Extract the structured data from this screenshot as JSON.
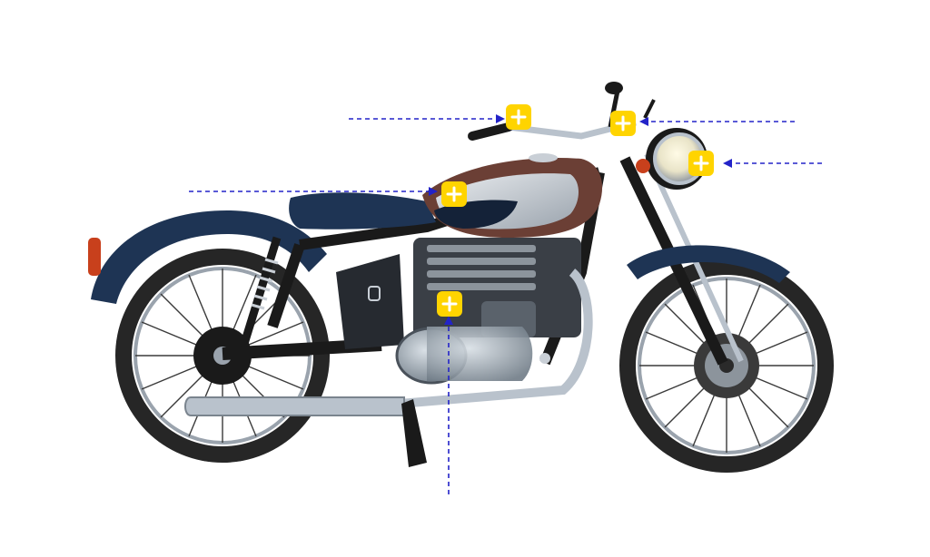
{
  "hotspots": [
    {
      "id": "handlebar-left",
      "icon": "plus-icon"
    },
    {
      "id": "mirror-right",
      "icon": "plus-icon"
    },
    {
      "id": "headlight",
      "icon": "plus-icon"
    },
    {
      "id": "fuel-tank",
      "icon": "plus-icon"
    },
    {
      "id": "engine",
      "icon": "plus-icon"
    }
  ],
  "colors": {
    "hotspot": "#FFD400",
    "hotspot_icon": "#FFFFFF",
    "leader_line": "#2323C8",
    "body_blue": "#1E3454",
    "tank_brown": "#6B3F35",
    "chrome": "#B9C2CC",
    "frame": "#1A1A1A",
    "tire": "#2A2A2A"
  }
}
